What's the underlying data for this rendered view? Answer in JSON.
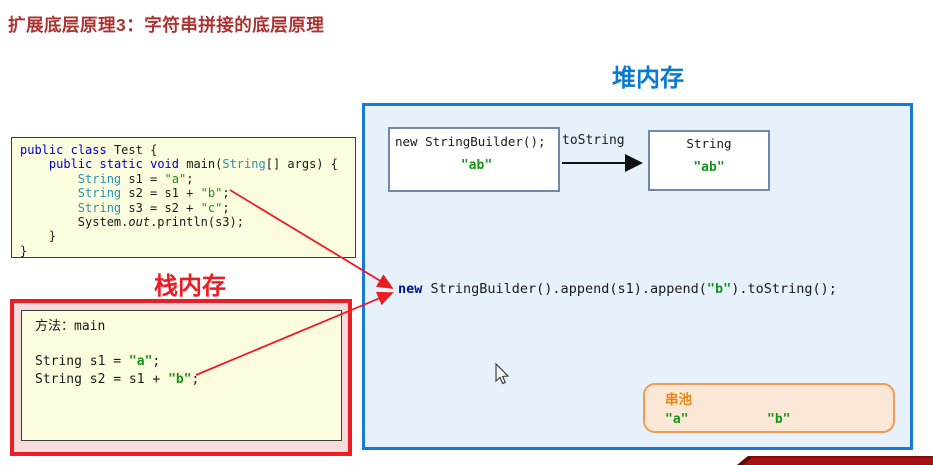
{
  "title": "扩展底层原理3：字符串拼接的底层原理",
  "colors": {
    "title_red": "#A93431",
    "accent_red": "#EC1C24",
    "heap_border_blue": "#1879DB",
    "heap_fill_blue": "#E6F1FB",
    "heap_label_blue": "#0B79D0",
    "stack_fill_pink": "#F7DBDB",
    "code_fill_yellow": "#FCFCDF",
    "pool_border_orange": "#EE9C57",
    "pool_fill_orange": "#FBE7D6",
    "pool_label_orange": "#E8860D",
    "string_green": "#189418",
    "keyword_blue": "#0000CD",
    "type_teal": "#2B91AF",
    "new_navy": "#00138B"
  },
  "icons": {
    "cursor": "mouse-cursor-arrow",
    "red_arrows": "red-pointer-arrows",
    "tostring_arrow": "black-right-arrow",
    "ribbon": "dark-red-watermark-ribbon"
  },
  "code_box": {
    "lines": [
      [
        {
          "t": "public",
          "c": "k"
        },
        {
          "t": " ",
          "c": "p"
        },
        {
          "t": "class",
          "c": "k"
        },
        {
          "t": " Test {",
          "c": "p"
        }
      ],
      [
        {
          "t": "    ",
          "c": "p"
        },
        {
          "t": "public",
          "c": "k"
        },
        {
          "t": " ",
          "c": "p"
        },
        {
          "t": "static",
          "c": "k"
        },
        {
          "t": " ",
          "c": "p"
        },
        {
          "t": "void",
          "c": "k"
        },
        {
          "t": " main(",
          "c": "p"
        },
        {
          "t": "String",
          "c": "t"
        },
        {
          "t": "[] args) {",
          "c": "p"
        }
      ],
      [
        {
          "t": "        ",
          "c": "p"
        },
        {
          "t": "String",
          "c": "t"
        },
        {
          "t": " s1 = ",
          "c": "p"
        },
        {
          "t": "\"a\"",
          "c": "s"
        },
        {
          "t": ";",
          "c": "p"
        }
      ],
      [
        {
          "t": "        ",
          "c": "p"
        },
        {
          "t": "String",
          "c": "t"
        },
        {
          "t": " s2 = s1 + ",
          "c": "p"
        },
        {
          "t": "\"b\"",
          "c": "s"
        },
        {
          "t": ";",
          "c": "p"
        }
      ],
      [
        {
          "t": "        ",
          "c": "p"
        },
        {
          "t": "String",
          "c": "t"
        },
        {
          "t": " s3 = s2 + ",
          "c": "p"
        },
        {
          "t": "\"c\"",
          "c": "s"
        },
        {
          "t": ";",
          "c": "p"
        }
      ],
      [
        {
          "t": "        System.",
          "c": "p"
        },
        {
          "t": "out",
          "c": "i"
        },
        {
          "t": ".println(s3);",
          "c": "p"
        }
      ],
      [
        {
          "t": "    }",
          "c": "p"
        }
      ],
      [
        {
          "t": "}",
          "c": "p"
        }
      ]
    ]
  },
  "stack": {
    "label": "栈内存",
    "frame_lines": [
      [
        {
          "t": "方法：main",
          "c": "p"
        }
      ],
      [],
      [
        {
          "t": "String s1 = ",
          "c": "p"
        },
        {
          "t": "\"a\"",
          "c": "b"
        },
        {
          "t": ";",
          "c": "p"
        }
      ],
      [
        {
          "t": "String s2 = s1 + ",
          "c": "p"
        },
        {
          "t": "\"b\"",
          "c": "b"
        },
        {
          "t": ";",
          "c": "p"
        }
      ]
    ]
  },
  "heap": {
    "label": "堆内存",
    "builder_box": {
      "code": "new StringBuilder();",
      "value": "\"ab\""
    },
    "tostring_label": "toString",
    "string_box": {
      "title": "String",
      "value": "\"ab\""
    },
    "expression": [
      {
        "t": "new",
        "c": "n"
      },
      {
        "t": " StringBuilder().append(s1).append(",
        "c": "p"
      },
      {
        "t": "\"b\"",
        "c": "b"
      },
      {
        "t": ").toString();",
        "c": "p"
      }
    ]
  },
  "string_pool": {
    "label": "串池",
    "values": [
      "\"a\"",
      "\"b\""
    ]
  }
}
